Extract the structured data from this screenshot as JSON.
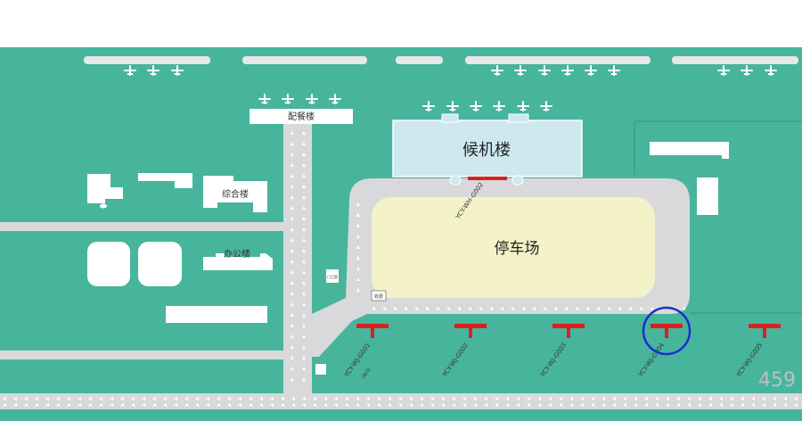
{
  "map": {
    "colors": {
      "ground": "#46b59c",
      "road": "#d9d9dc",
      "parking": "#f3f2c8",
      "terminal": "#cde8f0",
      "building": "#ffffff",
      "gate_marker": "#d92020",
      "highlight": "#1a2fd0",
      "page_number": "#bfbfbf"
    },
    "buildings": {
      "catering": "配餐楼",
      "terminal": "候机楼",
      "complex": "综合楼",
      "office": "办公楼",
      "guard_small": "门卫室",
      "booth": "收费"
    },
    "parking_label": "停车场",
    "terminal_gate_code": "YCY-WH-G002",
    "gates": [
      {
        "code": "YCY-WJ-G001",
        "note": "(出口)"
      },
      {
        "code": "YCY-WJ-G002",
        "note": ""
      },
      {
        "code": "YCY-WJ-G003",
        "note": ""
      },
      {
        "code": "YCY-WJ-G004",
        "note": ""
      },
      {
        "code": "YCY-WJ-G005",
        "note": ""
      }
    ],
    "highlighted_gate": "YCY-WJ-G004",
    "page_number": "459"
  }
}
